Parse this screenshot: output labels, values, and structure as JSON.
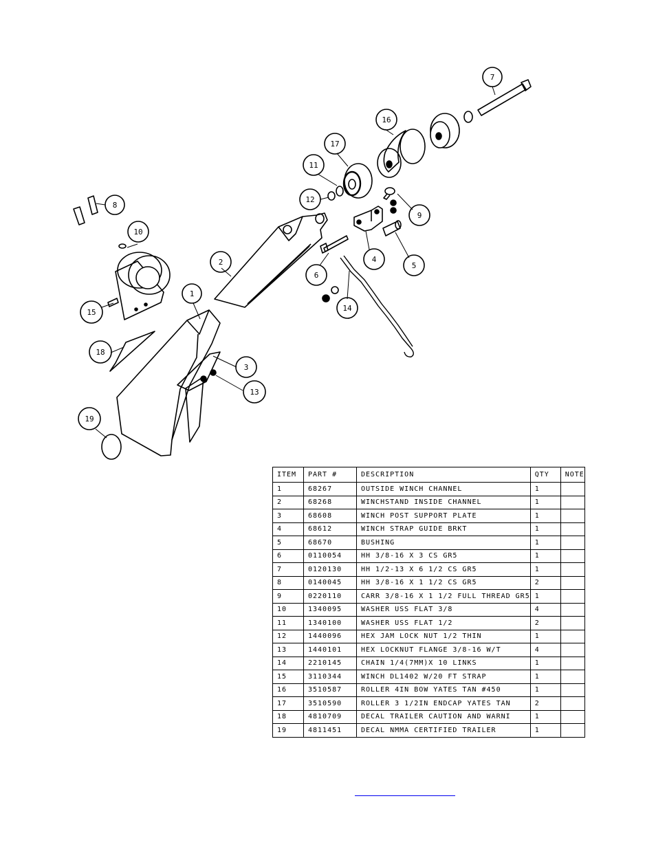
{
  "balloons": [
    "1",
    "2",
    "3",
    "4",
    "5",
    "6",
    "7",
    "8",
    "9",
    "10",
    "11",
    "12",
    "13",
    "14",
    "15",
    "16",
    "17",
    "18",
    "19"
  ],
  "table": {
    "headers": [
      "ITEM",
      "PART #",
      "DESCRIPTION",
      "QTY",
      "NOTE"
    ],
    "rows": [
      {
        "item": "1",
        "part": "68267",
        "desc": "OUTSIDE WINCH CHANNEL",
        "qty": "1",
        "note": ""
      },
      {
        "item": "2",
        "part": "68268",
        "desc": "WINCHSTAND   INSIDE CHANNEL",
        "qty": "1",
        "note": ""
      },
      {
        "item": "3",
        "part": "68608",
        "desc": "WINCH POST SUPPORT PLATE",
        "qty": "1",
        "note": ""
      },
      {
        "item": "4",
        "part": "68612",
        "desc": "WINCH STRAP GUIDE BRKT",
        "qty": "1",
        "note": ""
      },
      {
        "item": "5",
        "part": "68670",
        "desc": "BUSHING",
        "qty": "1",
        "note": ""
      },
      {
        "item": "6",
        "part": "0110054",
        "desc": "HH 3/8-16 X 3 CS GR5",
        "qty": "1",
        "note": ""
      },
      {
        "item": "7",
        "part": "0120130",
        "desc": "HH 1/2-13 X 6 1/2 CS GR5",
        "qty": "1",
        "note": ""
      },
      {
        "item": "8",
        "part": "0140045",
        "desc": "HH 3/8-16 X 1 1/2 CS GR5",
        "qty": "2",
        "note": ""
      },
      {
        "item": "9",
        "part": "0220110",
        "desc": "CARR 3/8-16 X 1 1/2 FULL THREAD GR5",
        "qty": "1",
        "note": ""
      },
      {
        "item": "10",
        "part": "1340095",
        "desc": "WASHER USS FLAT 3/8",
        "qty": "4",
        "note": ""
      },
      {
        "item": "11",
        "part": "1340100",
        "desc": "WASHER USS FLAT 1/2",
        "qty": "2",
        "note": ""
      },
      {
        "item": "12",
        "part": "1440096",
        "desc": "HEX JAM LOCK NUT 1/2 THIN",
        "qty": "1",
        "note": ""
      },
      {
        "item": "13",
        "part": "1440101",
        "desc": "HEX LOCKNUT FLANGE 3/8-16 W/T",
        "qty": "4",
        "note": ""
      },
      {
        "item": "14",
        "part": "2210145",
        "desc": "CHAIN 1/4(7MM)X 10 LINKS",
        "qty": "1",
        "note": ""
      },
      {
        "item": "15",
        "part": "3110344",
        "desc": "WINCH DL1402 W/20 FT STRAP",
        "qty": "1",
        "note": ""
      },
      {
        "item": "16",
        "part": "3510587",
        "desc": "ROLLER 4IN BOW YATES TAN #450",
        "qty": "1",
        "note": ""
      },
      {
        "item": "17",
        "part": "3510590",
        "desc": "ROLLER 3 1/2IN ENDCAP YATES TAN",
        "qty": "2",
        "note": ""
      },
      {
        "item": "18",
        "part": "4810709",
        "desc": "DECAL TRAILER CAUTION AND WARNI",
        "qty": "1",
        "note": ""
      },
      {
        "item": "19",
        "part": "4811451",
        "desc": "DECAL NMMA CERTIFIED TRAILER",
        "qty": "1",
        "note": ""
      }
    ]
  }
}
